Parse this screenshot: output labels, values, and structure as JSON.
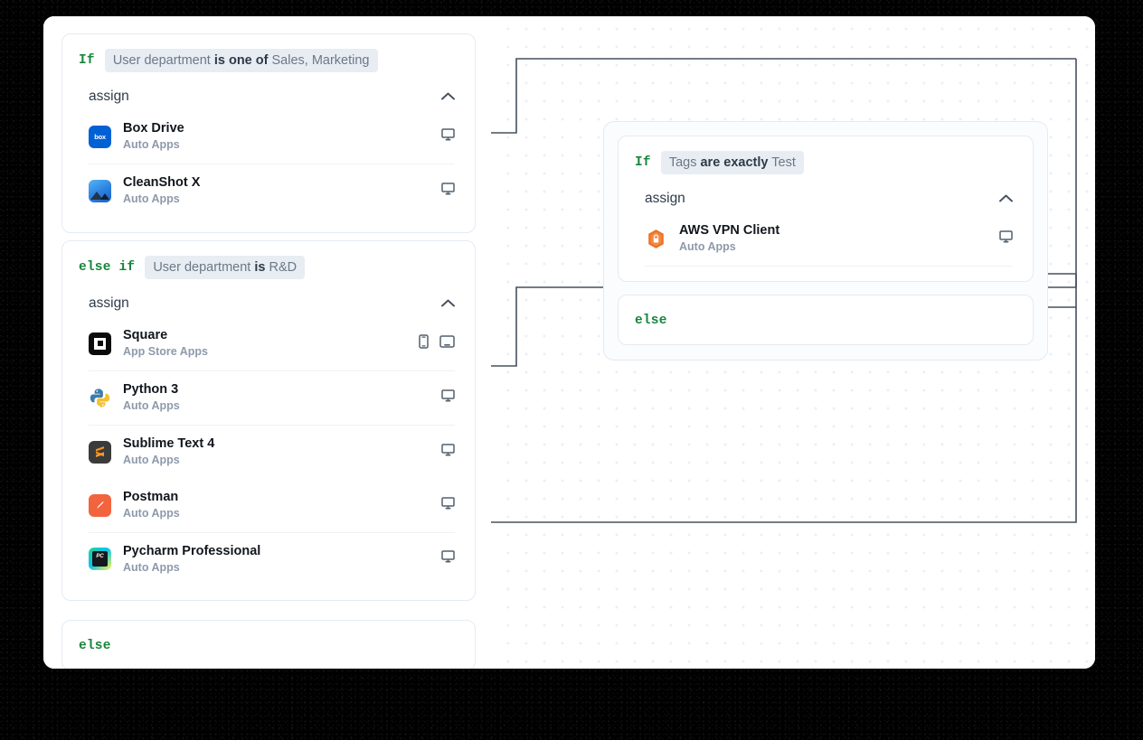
{
  "canvas": {
    "background_color": "#ffffff",
    "dot_color": "#eaeff7",
    "connector_color": "#45505d"
  },
  "branches": [
    {
      "id": "branch-sales-marketing",
      "keyword": "If",
      "condition": {
        "subject": "User department",
        "operator": "is one of",
        "value": "Sales, Marketing"
      },
      "action_label": "assign",
      "collapse_state": "expanded",
      "apps": [
        {
          "name": "Box Drive",
          "source": "Auto Apps",
          "icon": "box-drive-icon",
          "devices": [
            "desktop"
          ]
        },
        {
          "name": "CleanShot X",
          "source": "Auto Apps",
          "icon": "cleanshot-x-icon",
          "devices": [
            "desktop"
          ]
        }
      ]
    },
    {
      "id": "branch-rnd",
      "keyword": "else if",
      "condition": {
        "subject": "User department",
        "operator": "is",
        "value": "R&D"
      },
      "action_label": "assign",
      "collapse_state": "expanded",
      "apps": [
        {
          "name": "Square",
          "source": "App Store Apps",
          "icon": "square-icon",
          "devices": [
            "mobile",
            "tablet"
          ]
        },
        {
          "name": "Python 3",
          "source": "Auto Apps",
          "icon": "python-icon",
          "devices": [
            "desktop"
          ]
        },
        {
          "name": "Sublime Text 4",
          "source": "Auto Apps",
          "icon": "sublime-icon",
          "devices": [
            "desktop"
          ]
        },
        {
          "name": "Postman",
          "source": "Auto Apps",
          "icon": "postman-icon",
          "devices": [
            "desktop"
          ]
        },
        {
          "name": "Pycharm Professional",
          "source": "Auto Apps",
          "icon": "pycharm-icon",
          "devices": [
            "desktop"
          ]
        }
      ]
    },
    {
      "id": "branch-else-root",
      "keyword": "else",
      "condition": null,
      "apps": []
    }
  ],
  "nested_group": {
    "id": "group-tags",
    "branches": [
      {
        "id": "branch-tags-test",
        "keyword": "If",
        "condition": {
          "subject": "Tags",
          "operator": "are exactly",
          "value": "Test"
        },
        "action_label": "assign",
        "collapse_state": "expanded",
        "apps": [
          {
            "name": "AWS VPN Client",
            "source": "Auto Apps",
            "icon": "aws-vpn-icon",
            "devices": [
              "desktop"
            ]
          }
        ]
      },
      {
        "id": "branch-tags-else",
        "keyword": "else",
        "condition": null,
        "apps": []
      }
    ]
  }
}
